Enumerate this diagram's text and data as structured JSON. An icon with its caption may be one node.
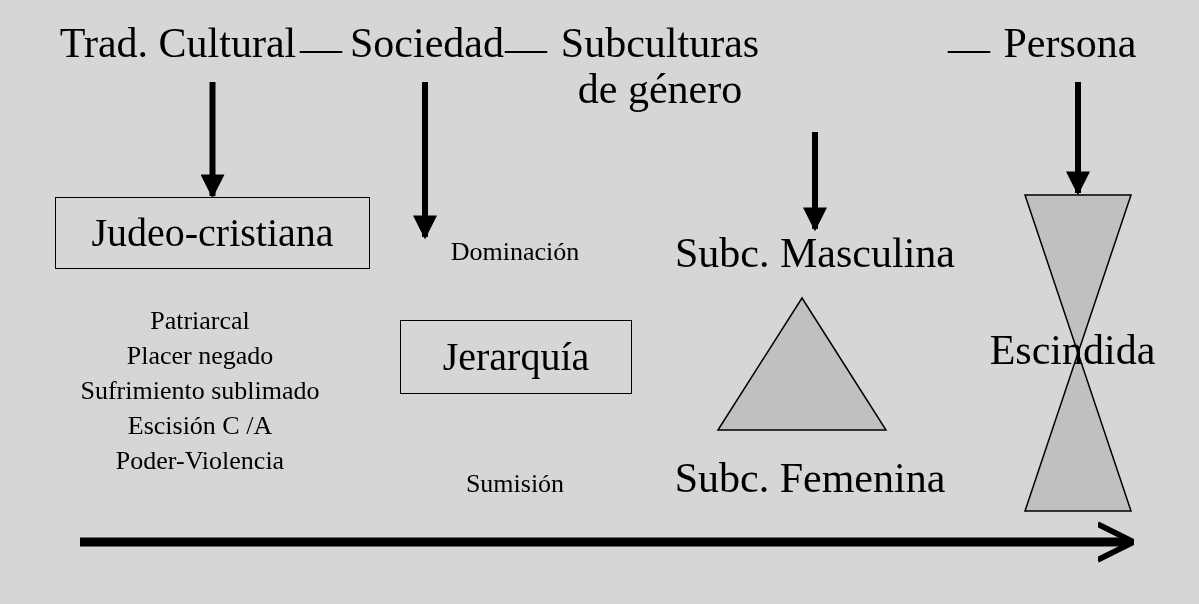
{
  "diagram": {
    "nodes": [
      {
        "text": [
          "Trad. Cultural"
        ]
      },
      {
        "text": [
          "Sociedad"
        ]
      },
      {
        "text": [
          "Subculturas de género"
        ]
      },
      {
        "text": [
          "Persona"
        ]
      },
      {
        "text": [
          "Judeo-cristiana"
        ]
      },
      {
        "text": [
          "Dominación"
        ]
      },
      {
        "text": [
          "Subc. Masculina"
        ]
      },
      {
        "text": [
          "Jerarquía"
        ]
      },
      {
        "text": [
          "Escindida"
        ]
      },
      {
        "text": [],
        "shape": "triangle"
      }
    ],
    "edges": [
      {
        "from": 0,
        "to": 4,
        "arrow": "to"
      },
      {
        "from": 1,
        "to": 5,
        "arrow": "to"
      },
      {
        "from": 2,
        "to": 6,
        "arrow": "to"
      },
      {
        "from": 3,
        "to": 8,
        "arrow": "to"
      }
    ],
    "labels": [
      "—",
      "—",
      "—",
      "Patriarcal",
      "Placer negado",
      "Sufrimiento sublimado",
      "Escisión C /A",
      "Poder-Violencia",
      "Sumisión",
      "Subc. Femenina"
    ]
  }
}
